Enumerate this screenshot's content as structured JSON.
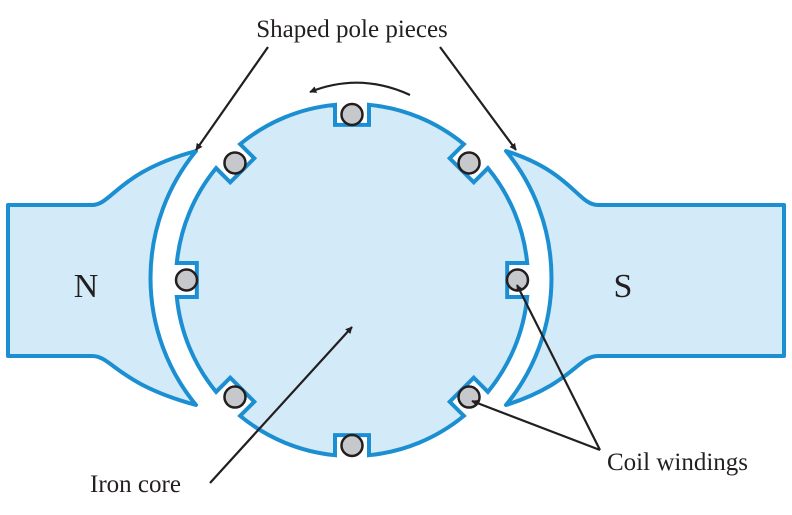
{
  "labels": {
    "north_pole": "N",
    "south_pole": "S",
    "pole_pieces": "Shaped pole pieces",
    "iron_core": "Iron core",
    "coil_windings": "Coil windings"
  },
  "colors": {
    "fill": "#d3ebf8",
    "outline": "#1b8fd2",
    "coil_fill": "#c6c8cb",
    "ink": "#231f20"
  },
  "rotation": "counterclockwise",
  "coil_count": 8
}
